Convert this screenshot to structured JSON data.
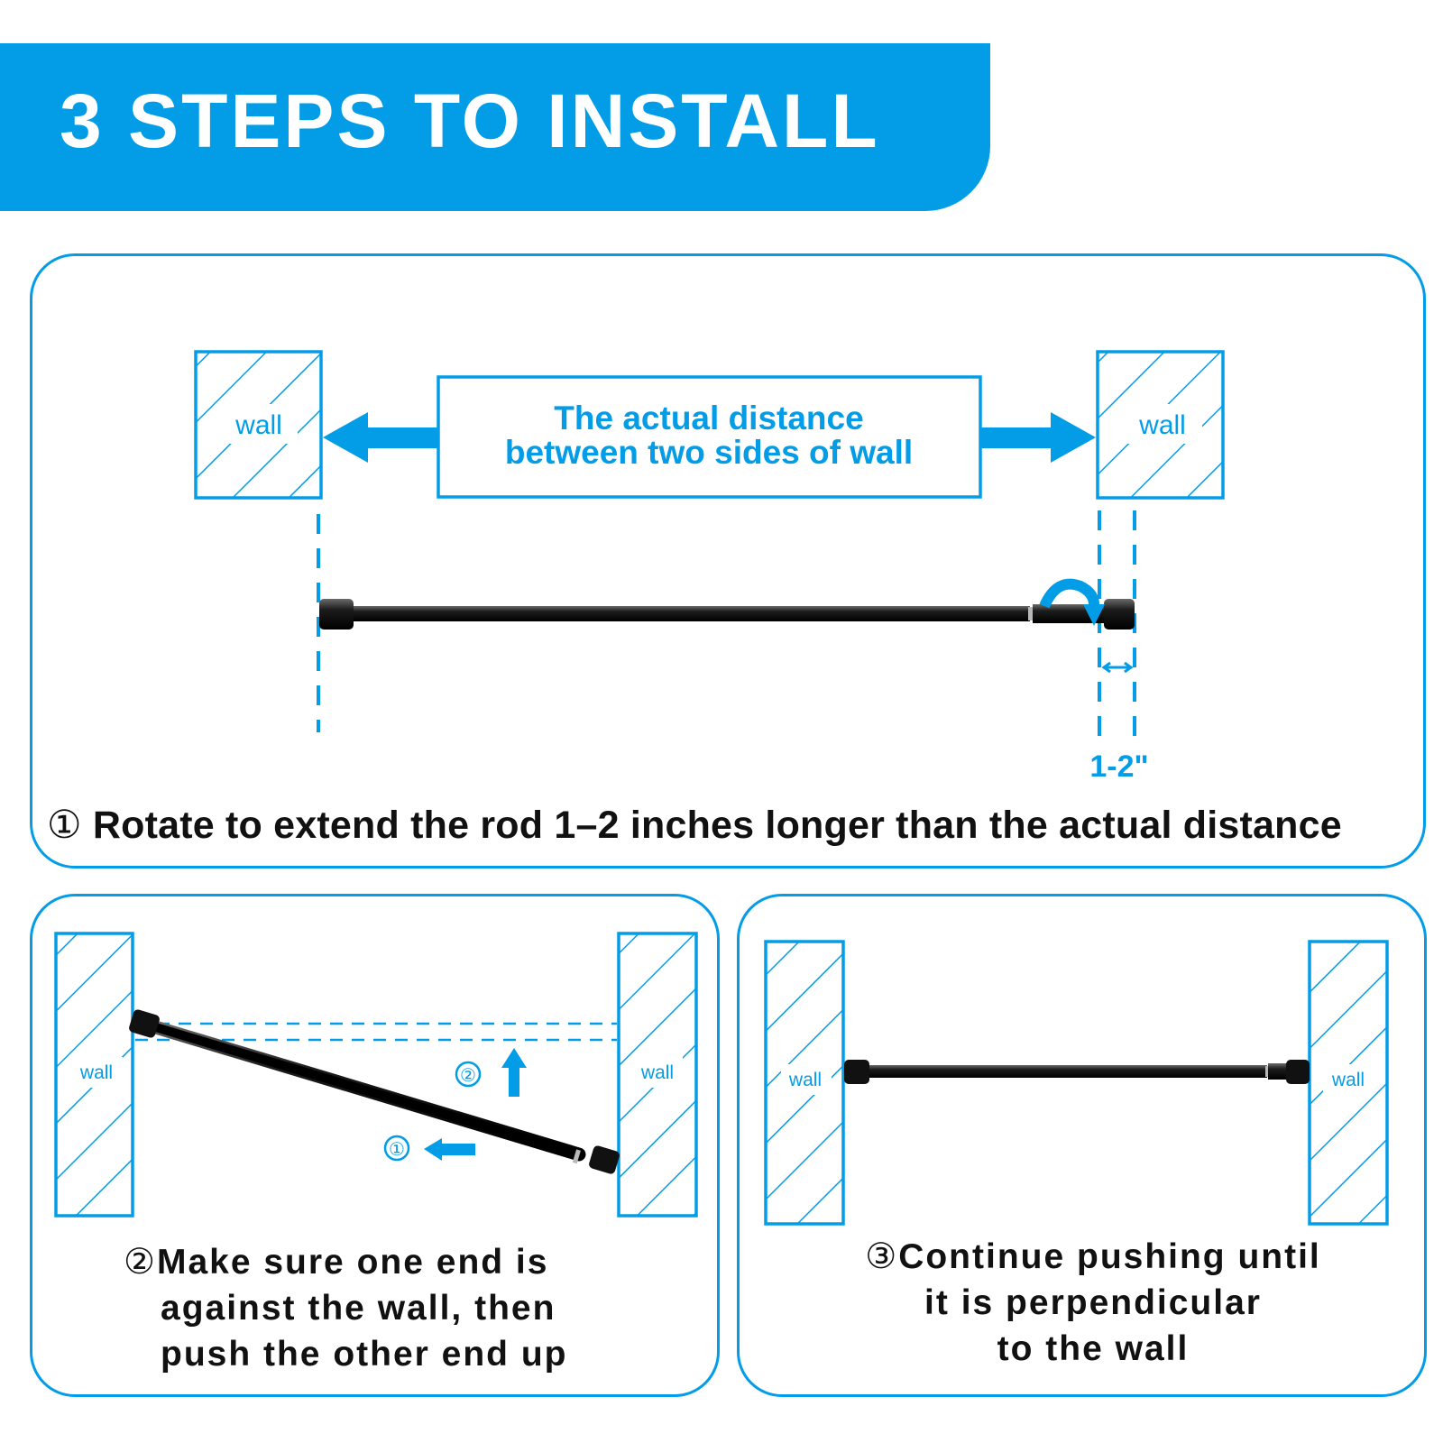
{
  "header": {
    "title": "3 STEPS TO INSTALL"
  },
  "colors": {
    "accent": "#039de7",
    "rod": "#111111",
    "text": "#111111"
  },
  "step1": {
    "wall_left_label": "wall",
    "wall_right_label": "wall",
    "distance_line1": "The actual distance",
    "distance_line2": "between two sides of wall",
    "gap_label": "1-2\"",
    "caption_number": "①",
    "caption_text": "Rotate to extend the rod 1–2 inches longer than the actual distance"
  },
  "step2": {
    "wall_left_label": "wall",
    "wall_right_label": "wall",
    "marker_push": "②",
    "marker_slide": "①",
    "caption_number": "②",
    "caption_line1": "Make sure one end is",
    "caption_line2": "against the wall, then",
    "caption_line3": "push the other end up"
  },
  "step3": {
    "wall_left_label": "wall",
    "wall_right_label": "wall",
    "caption_number": "③",
    "caption_line1": "Continue pushing until",
    "caption_line2": "it is perpendicular",
    "caption_line3": "to the wall"
  }
}
